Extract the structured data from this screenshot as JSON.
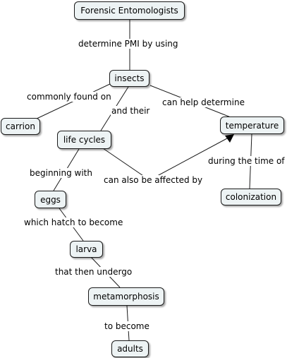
{
  "concepts": {
    "forensic_entomologists": "Forensic Entomologists",
    "insects": "insects",
    "carrion": "carrion",
    "life_cycles": "life cycles",
    "temperature": "temperature",
    "colonization": "colonization",
    "eggs": "eggs",
    "larva": "larva",
    "metamorphosis": "metamorphosis",
    "adults": "adults"
  },
  "links": {
    "determine_pmi": "determine PMI by using",
    "commonly_found_on": "commonly found on",
    "and_their": "and their",
    "can_help_determine": "can help determine",
    "during_the_time_of": "during the time of",
    "beginning_with": "beginning with",
    "can_also_be_affected_by": "can also be affected by",
    "which_hatch": "which hatch to become",
    "that_then_undergo": "that then undergo",
    "to_become": "to become"
  },
  "colors": {
    "node_fill": "#edf3f4",
    "node_border": "#1a1a1a",
    "edge": "#1a1a1a"
  }
}
